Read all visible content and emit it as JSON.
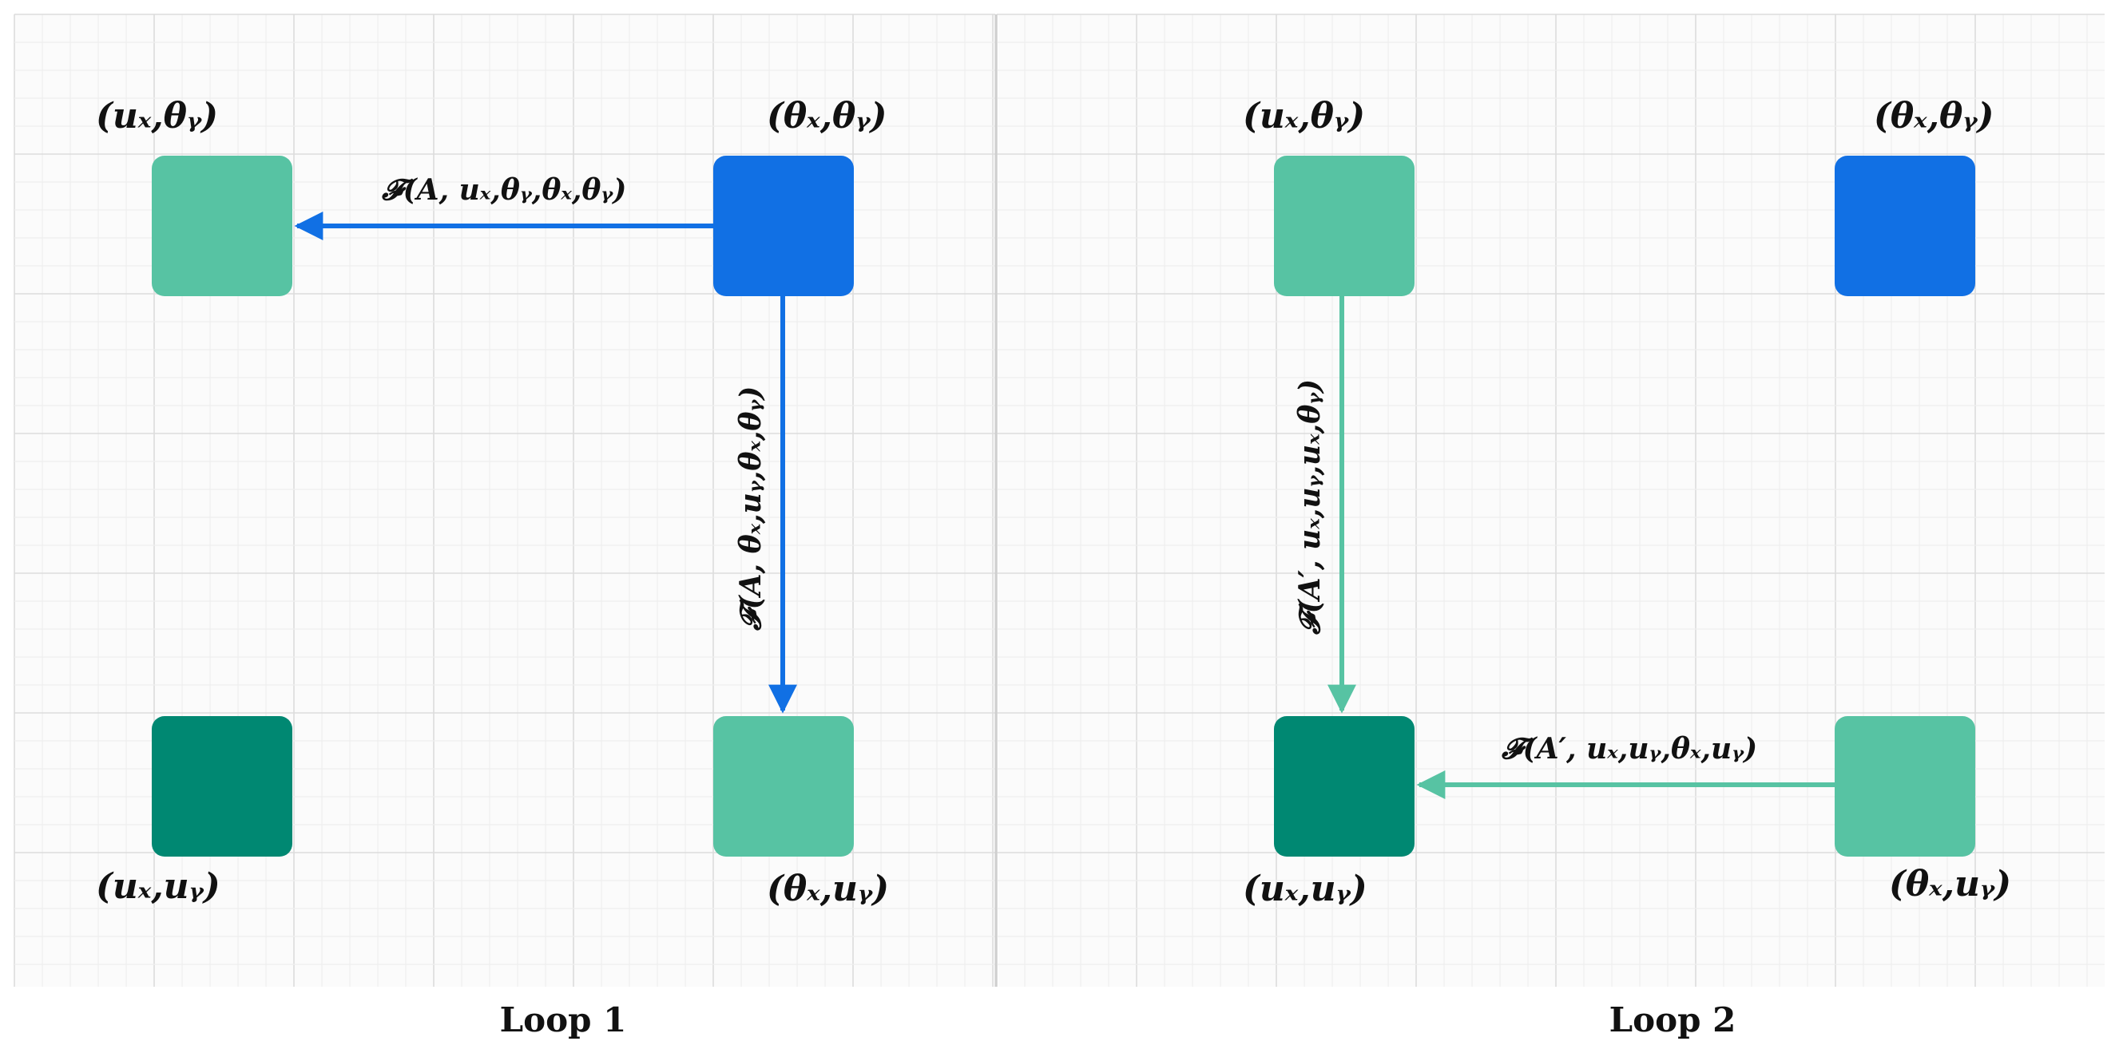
{
  "colors": {
    "blue": "#1170e4",
    "light_green": "#57c3a3",
    "dark_green": "#008872"
  },
  "loop1": {
    "caption": "Loop 1",
    "node_tl": "(uₓ,θᵧ)",
    "node_tr": "(θₓ,θᵧ)",
    "node_bl": "(uₓ,uᵧ)",
    "node_br": "(θₓ,uᵧ)",
    "edge_horizontal": "𝓕(A, uₓ,θᵧ,θₓ,θᵧ)",
    "edge_vertical": "𝓕(A, θₓ,uᵧ,θₓ,θᵧ)"
  },
  "loop2": {
    "caption": "Loop 2",
    "node_tl": "(uₓ,θᵧ)",
    "node_tr": "(θₓ,θᵧ)",
    "node_bl": "(uₓ,uᵧ)",
    "node_br": "(θₓ,uᵧ)",
    "edge_vertical": "𝓕(A′, uₓ,uᵧ,uₓ,θᵧ)",
    "edge_horizontal": "𝓕(A′, uₓ,uᵧ,θₓ,uᵧ)"
  }
}
